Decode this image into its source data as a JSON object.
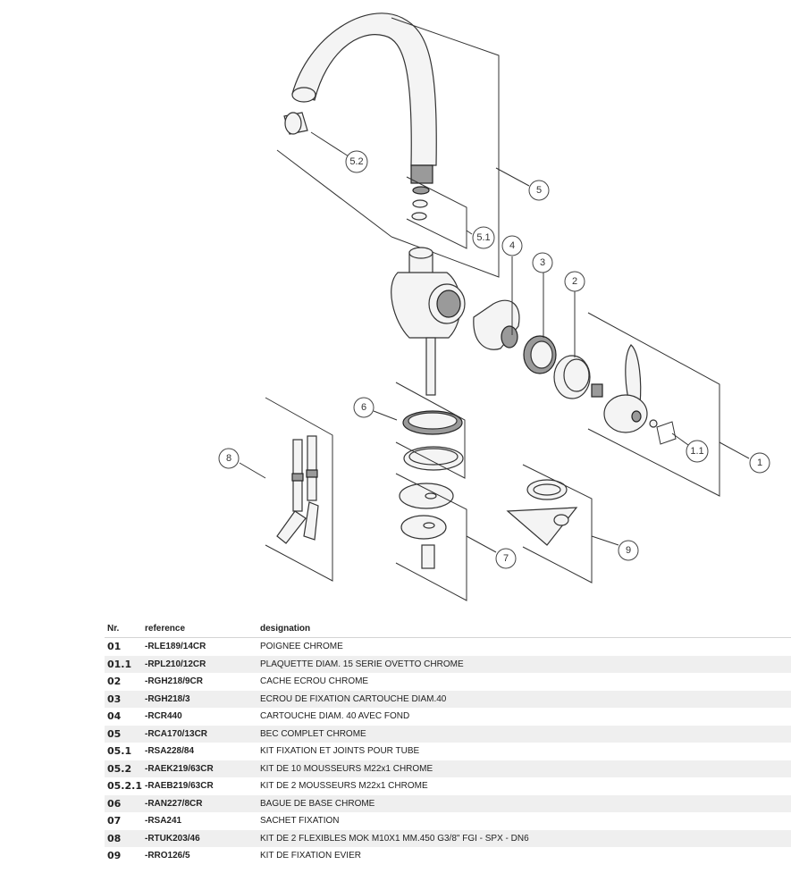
{
  "callouts": {
    "c1": "1",
    "c1_1": "1.1",
    "c2": "2",
    "c3": "3",
    "c4": "4",
    "c5": "5",
    "c5_1": "5.1",
    "c5_2": "5.2",
    "c6": "6",
    "c7": "7",
    "c8": "8",
    "c9": "9"
  },
  "table": {
    "headers": {
      "nr": "Nr.",
      "reference": "reference",
      "designation": "designation"
    },
    "rows": [
      {
        "nr": "01",
        "reference": "-RLE189/14CR",
        "designation": "POIGNEE CHROME"
      },
      {
        "nr": "01.1",
        "reference": "-RPL210/12CR",
        "designation": "PLAQUETTE DIAM. 15 SERIE OVETTO CHROME"
      },
      {
        "nr": "02",
        "reference": "-RGH218/9CR",
        "designation": "CACHE ECROU CHROME"
      },
      {
        "nr": "03",
        "reference": "-RGH218/3",
        "designation": "ECROU DE FIXATION CARTOUCHE DIAM.40"
      },
      {
        "nr": "04",
        "reference": "-RCR440",
        "designation": "CARTOUCHE DIAM. 40 AVEC FOND"
      },
      {
        "nr": "05",
        "reference": "-RCA170/13CR",
        "designation": "BEC COMPLET CHROME"
      },
      {
        "nr": "05.1",
        "reference": "-RSA228/84",
        "designation": "KIT FIXATION ET JOINTS POUR TUBE"
      },
      {
        "nr": "05.2",
        "reference": "-RAEK219/63CR",
        "designation": "KIT DE 10 MOUSSEURS M22x1 CHROME"
      },
      {
        "nr": "05.2.1",
        "reference": "-RAEB219/63CR",
        "designation": "KIT DE 2 MOUSSEURS M22x1 CHROME"
      },
      {
        "nr": "06",
        "reference": "-RAN227/8CR",
        "designation": "BAGUE DE BASE CHROME"
      },
      {
        "nr": "07",
        "reference": "-RSA241",
        "designation": "SACHET FIXATION"
      },
      {
        "nr": "08",
        "reference": "-RTUK203/46",
        "designation": "KIT DE 2 FLEXIBLES MOK M10X1 MM.450 G3/8\" FGI - SPX - DN6"
      },
      {
        "nr": "09",
        "reference": "-RRO126/5",
        "designation": "KIT DE FIXATION EVIER"
      }
    ]
  }
}
